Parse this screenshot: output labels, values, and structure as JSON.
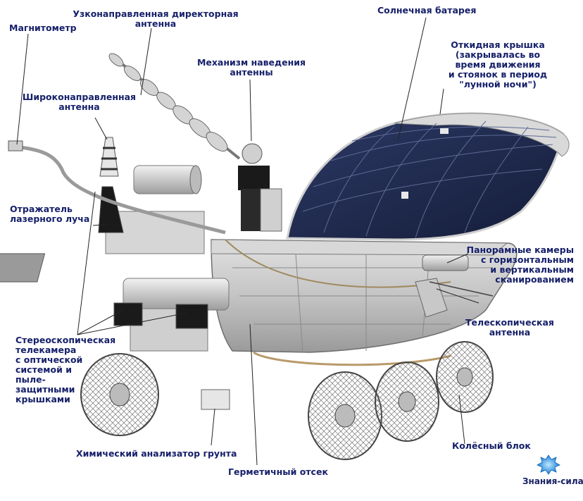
{
  "labels": {
    "magnetometer": "Магнитометр",
    "directional_antenna": "Узконаправленная директорная\nантенна",
    "solar_battery": "Солнечная батарея",
    "lid": "Откидная крышка\n(закрывалась во\nвремя движения\nи стоянок в период\n\"лунной ночи\")",
    "pointing_mechanism": "Механизм наведения\nантенны",
    "wide_antenna": "Широконаправленная\nантенна",
    "laser_reflector": "Отражатель\nлазерного луча",
    "panoramic_cameras": "Панорамные камеры\nс горизонтальным\nи вертикальным\nсканированием",
    "telescopic_antenna": "Телескопическая\nантенна",
    "stereo_camera": "Стереоскопическая\nтелекамера\nс оптической\nсистемой и\nпыле-\nзащитными\nкрышками",
    "soil_analyzer": "Химический анализатор грунта",
    "sealed_compartment": "Герметичный отсек",
    "wheel_block": "Колёсный блок"
  },
  "logo": {
    "text": "Знания-сила"
  },
  "colors": {
    "label_text": "#16206a",
    "solar_panel": "#1f2a4e",
    "body_metal": "#c9c9c9",
    "leader_line": "#222222"
  }
}
